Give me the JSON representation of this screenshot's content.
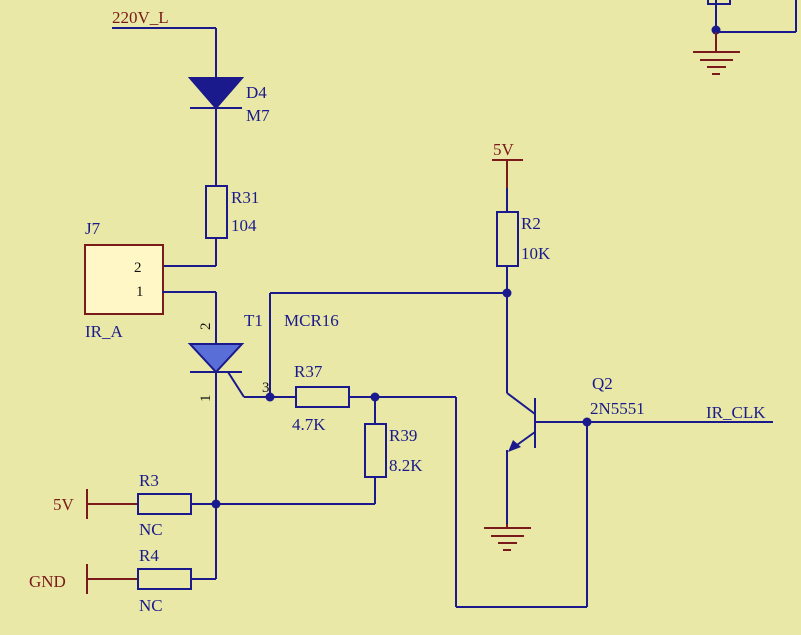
{
  "nets": {
    "ac_line": "220V_L",
    "supply_5v_top": "5V",
    "supply_5v_left": "5V",
    "ground_left": "GND",
    "output": "IR_CLK"
  },
  "components": {
    "d4": {
      "ref": "D4",
      "value": "M7"
    },
    "r31": {
      "ref": "R31",
      "value": "104"
    },
    "j7": {
      "ref": "J7",
      "name": "IR_A",
      "pin_a": "2",
      "pin_b": "1"
    },
    "t1": {
      "ref": "T1",
      "value": "MCR16",
      "pin_anode": "2",
      "pin_cathode": "1",
      "pin_gate": "3"
    },
    "r37": {
      "ref": "R37",
      "value": "4.7K"
    },
    "r39": {
      "ref": "R39",
      "value": "8.2K"
    },
    "r3": {
      "ref": "R3",
      "value": "NC"
    },
    "r4": {
      "ref": "R4",
      "value": "NC"
    },
    "r2": {
      "ref": "R2",
      "value": "10K"
    },
    "q2": {
      "ref": "Q2",
      "value": "2N5551"
    }
  }
}
